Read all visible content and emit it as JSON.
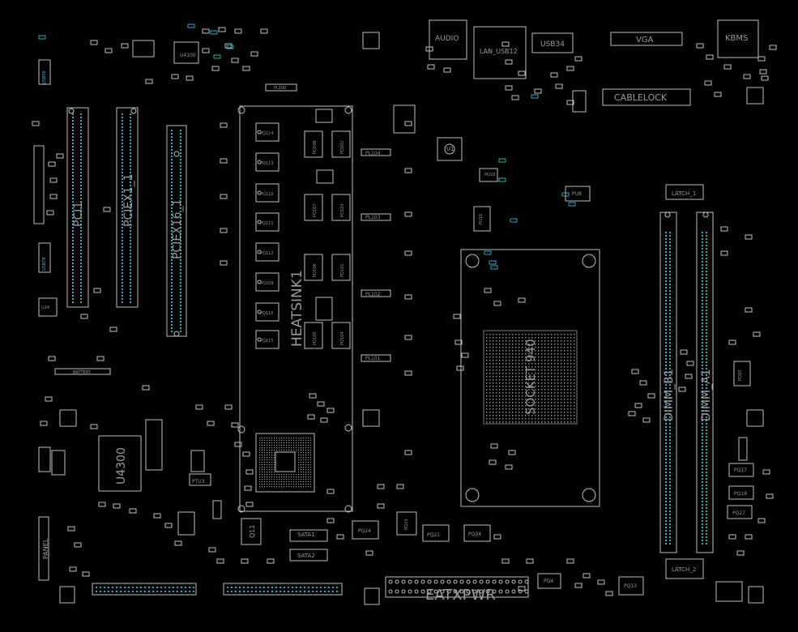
{
  "board": {
    "bg": "#000000",
    "outline": "#bfbfbf",
    "pad": "#3aa6c0",
    "labels": {
      "heatsink": "HEATSINK1",
      "socket": "SOCKET 940",
      "u4300": "U4300",
      "atxpwr": "EATXPWR",
      "dimm1": "DIMM_B1",
      "dimm2": "DIMM_A1",
      "pciex16": "PCIEX16_1",
      "pcie1": "PCIEX1_1",
      "pci1": "PCI1",
      "audio": "AUDIO",
      "lan_usb": "LAN_USB12",
      "usb34": "USB34",
      "vga": "VGA",
      "kbms": "KBMS",
      "cablelock": "CABLELOCK",
      "latch1": "LATCH_1",
      "latch2": "LATCH_2",
      "battery": "BATTERY",
      "panel": "PANEL",
      "u4100": "U4100",
      "u1": "U1",
      "pl100": "PL100",
      "pl104": "PL104",
      "pl103": "PL103",
      "pl102": "PL102",
      "pl101": "PL101",
      "pq_left": [
        "PQ114",
        "PQ113",
        "PQ110",
        "PQ111",
        "PQ112",
        "PQ109",
        "PQ116",
        "PQ115"
      ],
      "pq_mid": [
        "PQ108",
        "PQ107",
        "PQ106",
        "PQ105"
      ],
      "pq_right": [
        "PQ102",
        "PQ103",
        "PQ101",
        "PQ104"
      ],
      "pq_bottom": [
        "PQ24",
        "PQ23",
        "PQ21",
        "PQ34"
      ],
      "pq_dimm": [
        "PQ17",
        "PQ18",
        "PQ27",
        "PQ15"
      ],
      "pq4": "PQ4",
      "pq13": "PQ13",
      "pu8": "PU8",
      "pu10": "PU10",
      "pq10": "PQ10",
      "ptu3": "PTU3",
      "sata1": "SATA1",
      "sata2": "SATA2",
      "q11": "Q11",
      "u24": "U24",
      "usb56": "USB56",
      "usb78": "USB78"
    }
  }
}
